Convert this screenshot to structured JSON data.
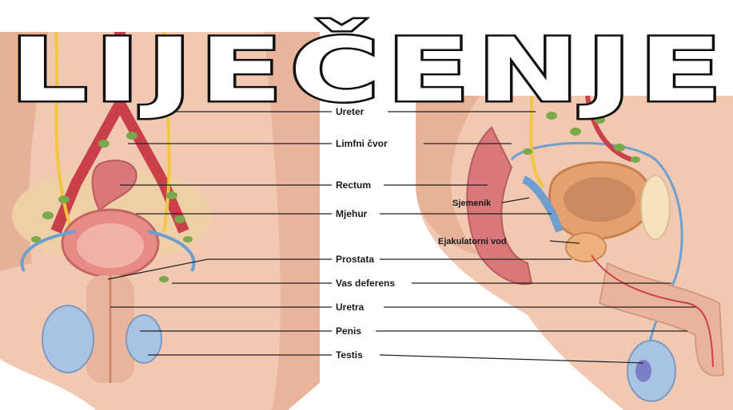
{
  "title": "LIJEČENJE",
  "labels": {
    "ureter": "Ureter",
    "limfni_cvor": "Limfni čvor",
    "rectum": "Rectum",
    "mjehur": "Mjehur",
    "prostata": "Prostata",
    "vas_deferens": "Vas deferens",
    "uretra": "Uretra",
    "penis": "Penis",
    "testis": "Testis",
    "sjemenik": "Sjemenik",
    "ejakulatorni_vod": "Ejakulatorni vod"
  },
  "colors": {
    "skin": "#f1c9b3",
    "skin_shadow": "#e2a98d",
    "vessel_red": "#c9404a",
    "nerve_yellow": "#f2c640",
    "vas_blue": "#6f9fcf",
    "lymph_green": "#7aa84a",
    "bladder_pink": "#e88a86",
    "testis_blue": "#a9c3e2"
  }
}
